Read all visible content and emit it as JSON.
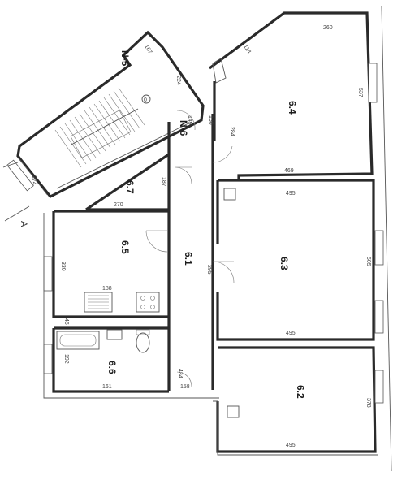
{
  "plan": {
    "axis_marker": "A",
    "corridor_label": "N-6",
    "staircase_label": "N-5",
    "staircase_circle": "0",
    "rooms": [
      {
        "id": "6.1",
        "label": "6.1"
      },
      {
        "id": "6.2",
        "label": "6.2"
      },
      {
        "id": "6.3",
        "label": "6.3"
      },
      {
        "id": "6.4",
        "label": "6.4"
      },
      {
        "id": "6.5",
        "label": "6.5"
      },
      {
        "id": "6.6",
        "label": "6.6"
      },
      {
        "id": "6.7",
        "label": "6.7"
      }
    ],
    "dimensions": {
      "d_260": "260",
      "d_114": "114",
      "d_537": "537",
      "d_469": "469",
      "d_284": "284",
      "d_495_top": "495",
      "d_505": "505",
      "d_495_mid": "495",
      "d_378": "378",
      "d_495_bot": "495",
      "d_224": "224",
      "d_167": "167",
      "d_149": "149",
      "d_130": "130",
      "d_187": "187",
      "d_270": "270",
      "d_330": "330",
      "d_188": "188",
      "d_295": "295",
      "d_46": "46",
      "d_192": "192",
      "d_161": "161",
      "d_158": "158",
      "d_484": "484",
      "d_274": "274"
    }
  }
}
